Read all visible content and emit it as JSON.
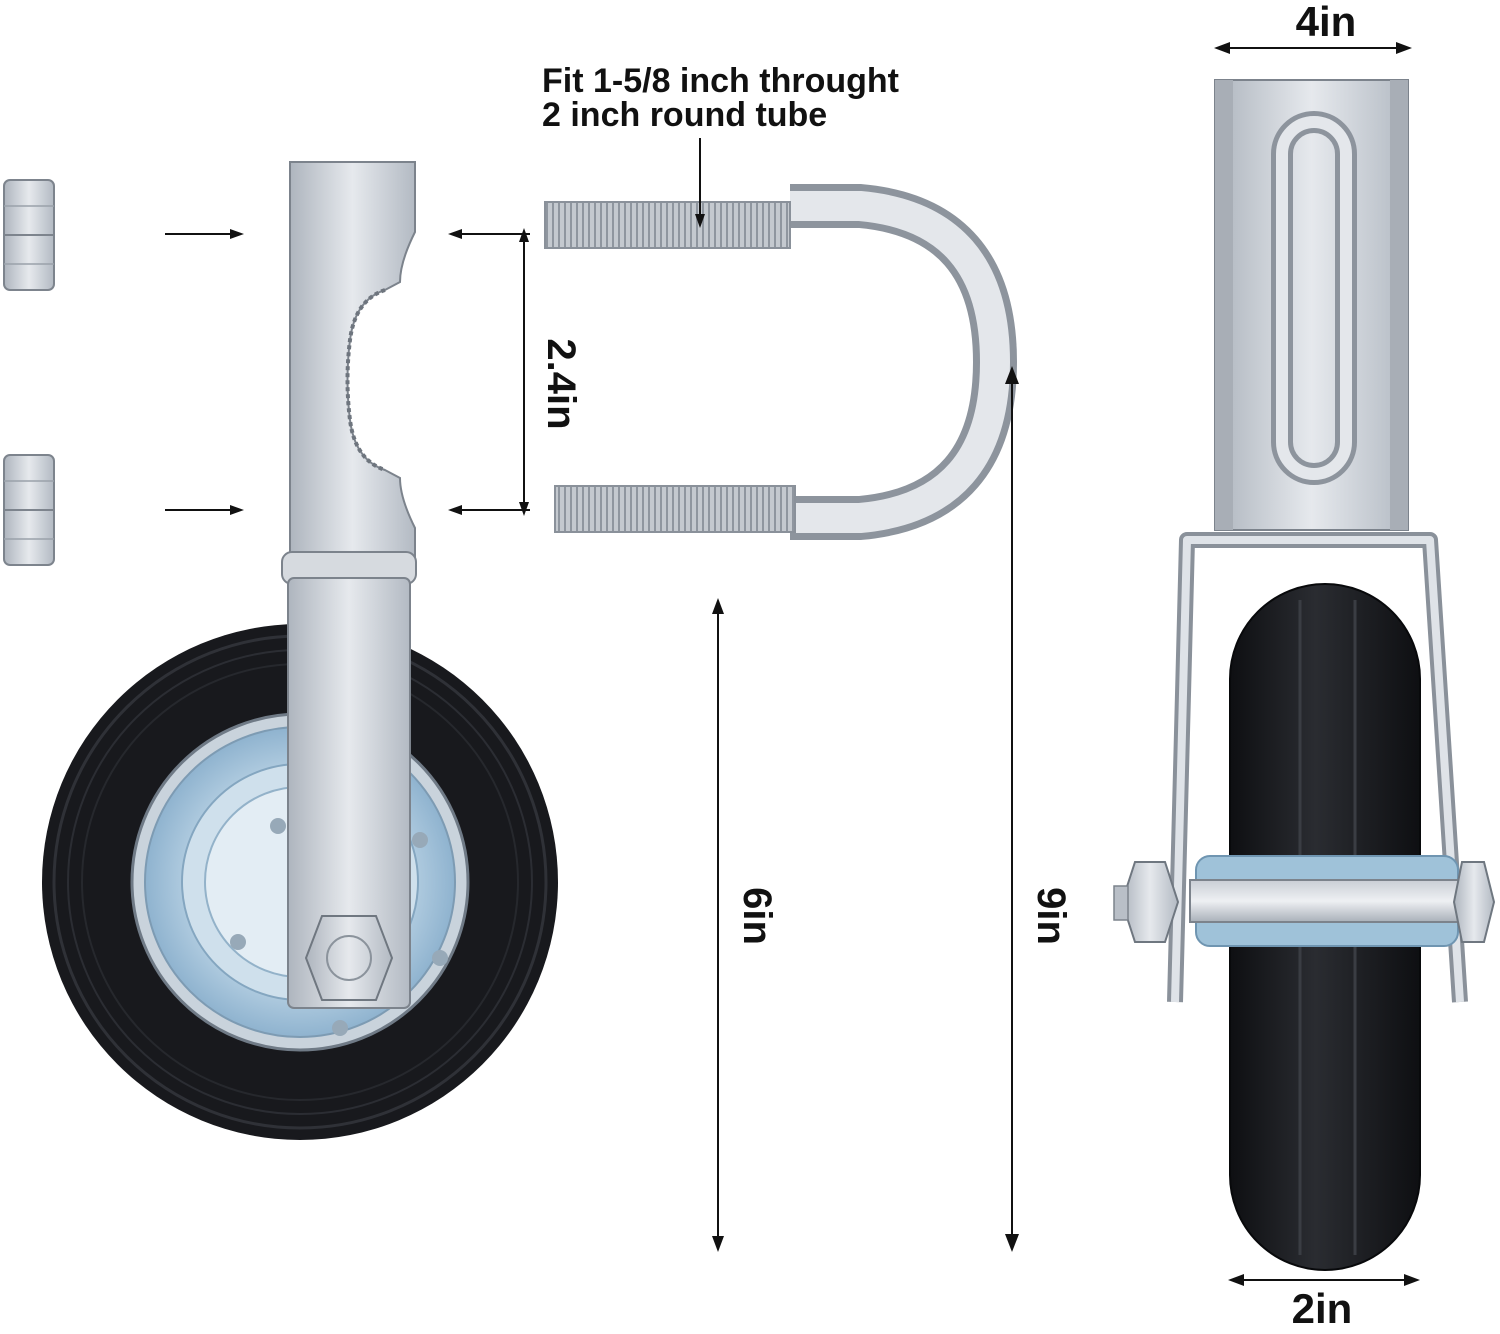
{
  "annotation": {
    "line1": "Fit 1-5/8 inch throught",
    "line2": "2 inch round tube"
  },
  "dimensions": {
    "clamp_gap": "2.4in",
    "wheel_diameter": "6in",
    "overall_height": "9in",
    "bracket_width": "4in",
    "wheel_width": "2in"
  },
  "colors": {
    "steel_light": "#dde1e6",
    "steel_mid": "#b9bfc7",
    "steel_dark": "#8a929c",
    "rubber": "#1b1c20",
    "rim_blue": "#bcd4e4",
    "hub_blue": "#9fc2d9",
    "text": "#111111"
  }
}
